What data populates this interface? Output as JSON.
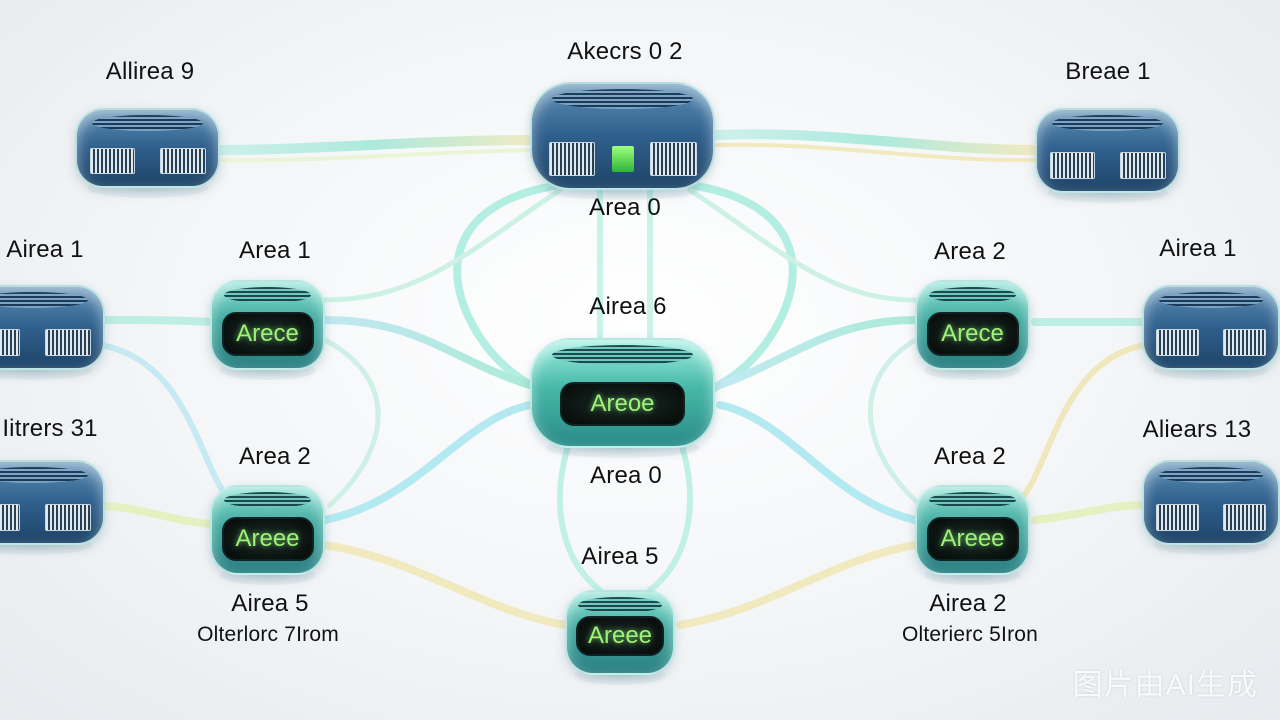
{
  "labels": {
    "l1": "Allirea 9",
    "l2": "Akecrs 0 2",
    "l3": "Breae 1",
    "l4": "Area 0",
    "l5": "Airea 1",
    "l6": "Area 1",
    "l7": "Airea 6",
    "l8": "Area 2",
    "l9": "Airea 1",
    "l10": "Iitrers 31",
    "l11": "Area 2",
    "l12": "Area 0",
    "l13": "Area 2",
    "l14": "Aliears 13",
    "l15": "Airea 5",
    "l16": "Airea 5",
    "l17": "Olterlorc 7Irom",
    "l18": "Airea 2",
    "l19": "Olterierc 5Iron"
  },
  "screens": {
    "s1": "Arece",
    "s2": "Arece",
    "s3": "Areoe",
    "s4": "Areee",
    "s5": "Areee",
    "s6": "Areee"
  },
  "watermark": "图片由AI生成",
  "colors": {
    "server_blue": "#2f5f8c",
    "node_teal": "#3fa89e",
    "screen_text_green": "#9ef27a",
    "cable_glow": "#8fe8d6"
  }
}
